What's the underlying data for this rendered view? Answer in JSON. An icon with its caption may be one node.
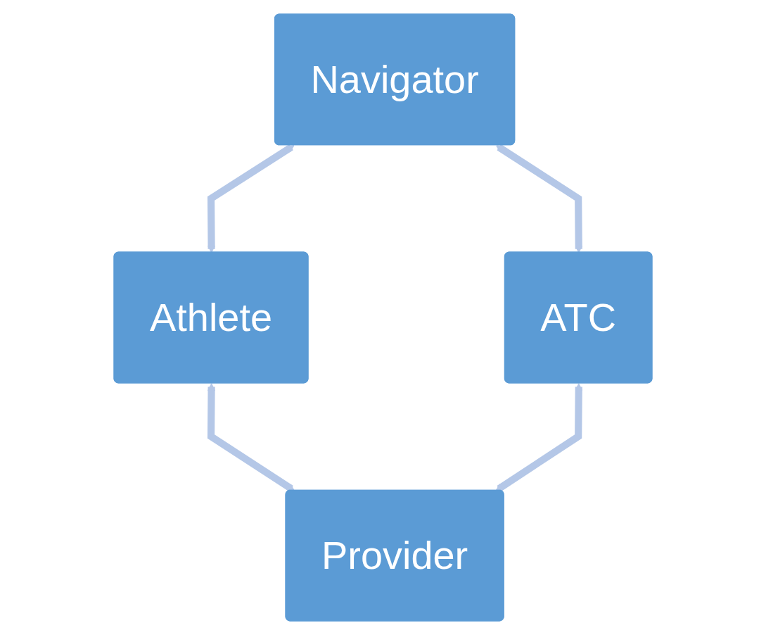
{
  "diagram": {
    "nodes": [
      {
        "text": [
          "Navigator"
        ]
      },
      {
        "text": [
          "Athlete"
        ]
      },
      {
        "text": [
          "ATC"
        ]
      },
      {
        "text": [
          "Provider"
        ]
      }
    ],
    "edges": [
      {
        "from": 0,
        "to": 1,
        "arrow": "both"
      },
      {
        "from": 0,
        "to": 2,
        "arrow": "both"
      },
      {
        "from": 1,
        "to": 3,
        "arrow": "both"
      },
      {
        "from": 2,
        "to": 3,
        "arrow": "both"
      }
    ]
  }
}
